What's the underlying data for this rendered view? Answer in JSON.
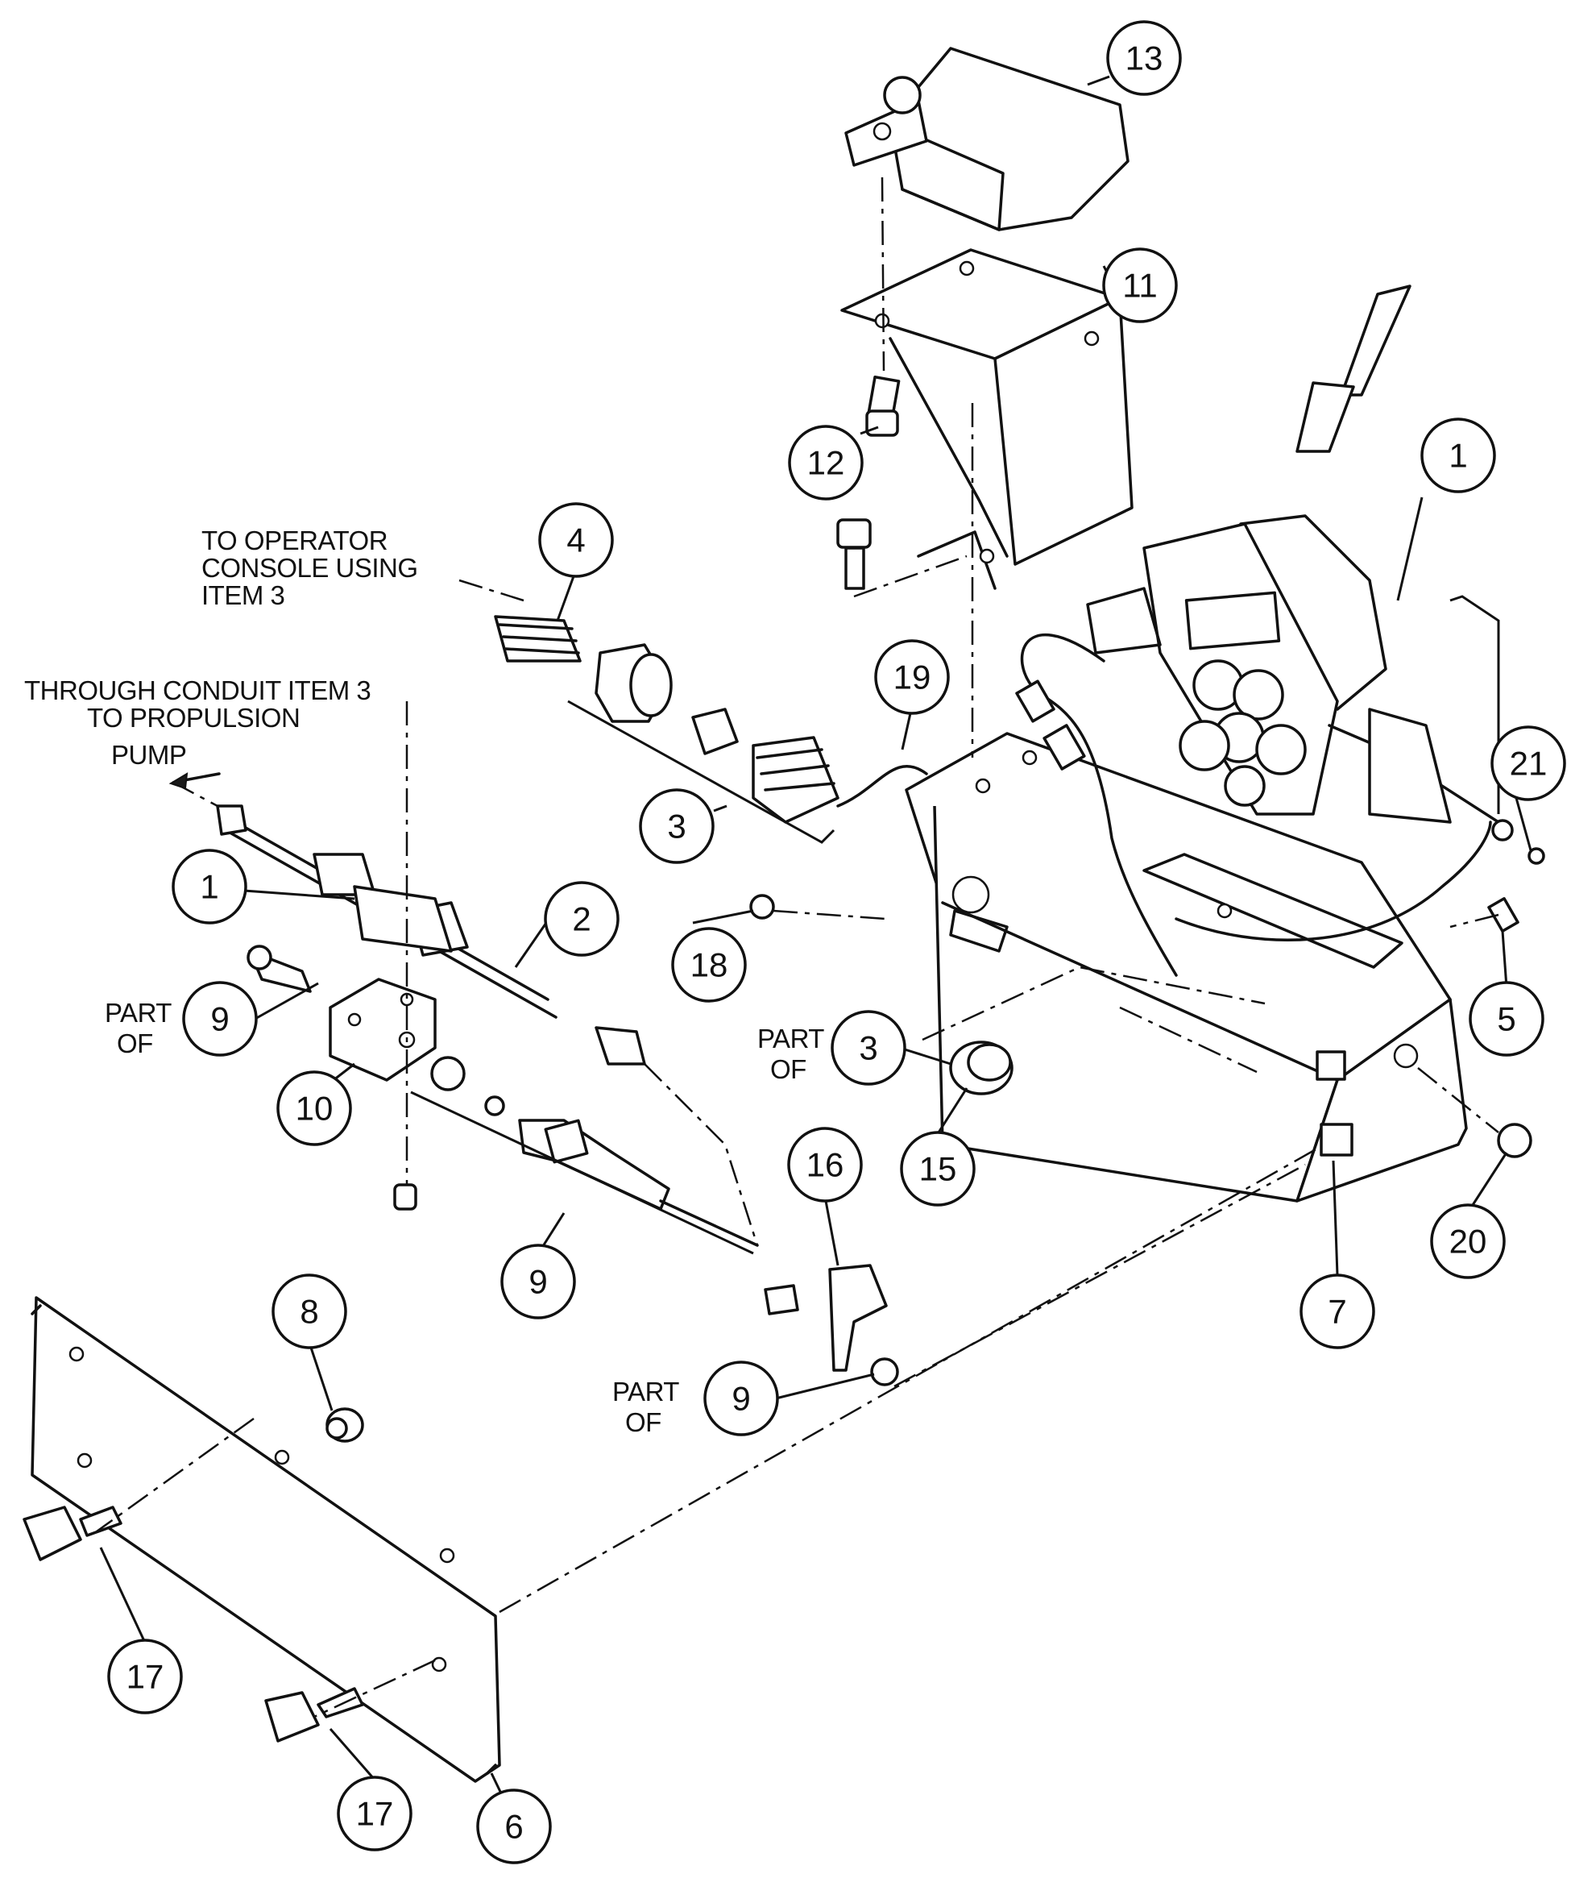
{
  "notes": {
    "operator_console": [
      "TO OPERATOR",
      "CONSOLE USING",
      "ITEM 3"
    ],
    "propulsion_pump": [
      "THROUGH CONDUIT ITEM 3",
      "TO PROPULSION",
      "PUMP"
    ],
    "part_of_label": [
      "PART",
      "OF"
    ]
  },
  "callouts": {
    "c13": "13",
    "c11": "11",
    "c12": "12",
    "c1_top": "1",
    "c4": "4",
    "c19": "19",
    "c21": "21",
    "c3_left": "3",
    "c18": "18",
    "c5": "5",
    "c1_left": "1",
    "c2": "2",
    "c9_left": "9",
    "c10": "10",
    "c3_right": "3",
    "c15": "15",
    "c16": "16",
    "c20": "20",
    "c9_mid": "9",
    "c8": "8",
    "c7": "7",
    "c9_bottom": "9",
    "c17_a": "17",
    "c17_b": "17",
    "c6": "6"
  }
}
